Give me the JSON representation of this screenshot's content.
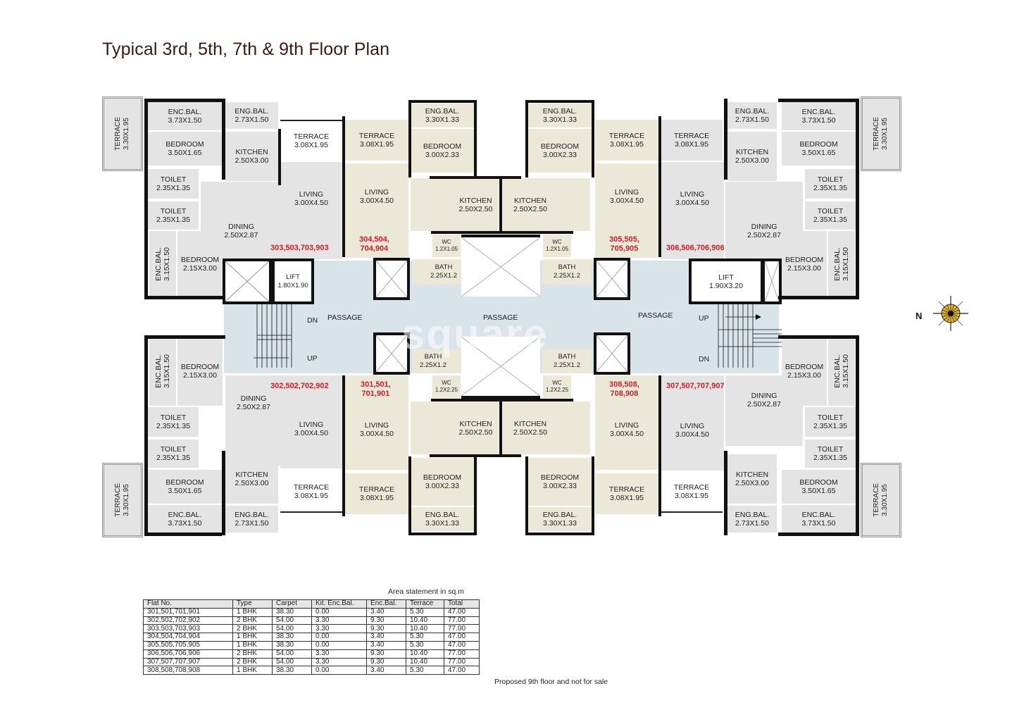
{
  "title": "Typical 3rd, 5th, 7th & 9th Floor Plan",
  "colors": {
    "title": "#3b1a10",
    "flat_label": "#c8202c",
    "two_bhk_fill": "#e4e4e4",
    "one_bhk_fill": "#ebe8d8",
    "passage_fill": "#d9e3ea",
    "compass": "#e3b430"
  },
  "compass": {
    "label": "N",
    "icon": "compass-rose-icon"
  },
  "watermark": "square",
  "flats": {
    "f303": "303,503,703,903",
    "f304_l1": "304,504,",
    "f304_l2": "704,904",
    "f305_l1": "305,505,",
    "f305_l2": "705,905",
    "f306": "306,506,706,906",
    "f302": "302,502,702,902",
    "f301_l1": "301,501,",
    "f301_l2": "701,901",
    "f308_l1": "308,508,",
    "f308_l2": "708,908",
    "f307": "307,507,707,907"
  },
  "rooms": {
    "terrace_side": {
      "name": "TERRACE",
      "dim": "3.30X1.95"
    },
    "enc_bal_big": {
      "name": "ENC.BAL.",
      "dim": "3.73X1.50"
    },
    "eng_bal_small": {
      "name": "ENG.BAL.",
      "dim": "2.73X1.50"
    },
    "bedroom_a": {
      "name": "BEDROOM",
      "dim": "3.50X1.65"
    },
    "kitchen_2bhk": {
      "name": "KITCHEN",
      "dim": "2.50X3.00"
    },
    "terrace_front": {
      "name": "TERRACE",
      "dim": "3.08X1.95"
    },
    "toilet": {
      "name": "TOILET",
      "dim": "2.35X1.35"
    },
    "living": {
      "name": "LIVING",
      "dim": "3.00X4.50"
    },
    "dining": {
      "name": "DINING",
      "dim": "2.50X2.87"
    },
    "enc_bal_side": {
      "name": "ENC.BAL.",
      "dim": "3.15X1.50"
    },
    "bedroom_b": {
      "name": "BEDROOM",
      "dim": "2.15X3.00"
    },
    "eng_bal_1bhk": {
      "name": "ENG.BAL.",
      "dim": "3.30X1.33"
    },
    "bedroom_1bhk": {
      "name": "BEDROOM",
      "dim": "3.00X2.33"
    },
    "kitchen_1bhk": {
      "name": "KITCHEN",
      "dim": "2.50X2.50"
    },
    "wc_top": {
      "name": "WC",
      "dim": "1.2X1.05"
    },
    "wc_bottom": {
      "name": "WC",
      "dim": "1.2X2.25"
    },
    "bath": {
      "name": "BATH",
      "dim": "2.25X1.2"
    },
    "lift_left": {
      "name": "LIFT",
      "dim": "1.80X1.90"
    },
    "lift_right": {
      "name": "LIFT",
      "dim": "1.90X3.20"
    }
  },
  "circulation": {
    "passage": "PASSAGE",
    "up": "UP",
    "dn": "DN"
  },
  "area_statement": {
    "caption": "Area statement in sq.m",
    "columns": [
      "Flat No.",
      "Type",
      "Carpet",
      "Kit. Enc.Bal.",
      "Enc.Bal.",
      "Terrace",
      "Total"
    ],
    "rows": [
      [
        "301,501,701,901",
        "1 BHK",
        "38.30",
        "0.00",
        "3.40",
        "5.30",
        "47.00"
      ],
      [
        "302,502,702,902",
        "2 BHK",
        "54.00",
        "3.30",
        "9.30",
        "10.40",
        "77.00"
      ],
      [
        "303,503,703,903",
        "2 BHK",
        "54.00",
        "3.30",
        "9.30",
        "10.40",
        "77.00"
      ],
      [
        "304,504,704,904",
        "1 BHK",
        "38.30",
        "0.00",
        "3.40",
        "5.30",
        "47.00"
      ],
      [
        "305,505,705,905",
        "1 BHK",
        "38.30",
        "0.00",
        "3.40",
        "5.30",
        "47.00"
      ],
      [
        "306,506,706,906",
        "2 BHK",
        "54.00",
        "3.30",
        "9.30",
        "10.40",
        "77.00"
      ],
      [
        "307,507,707,907",
        "2 BHK",
        "54.00",
        "3.30",
        "9.30",
        "10.40",
        "77.00"
      ],
      [
        "308,508,708,908",
        "1 BHK",
        "38.30",
        "0.00",
        "3.40",
        "5.30",
        "47.00"
      ]
    ]
  },
  "note": "Proposed 9th floor and not for sale"
}
